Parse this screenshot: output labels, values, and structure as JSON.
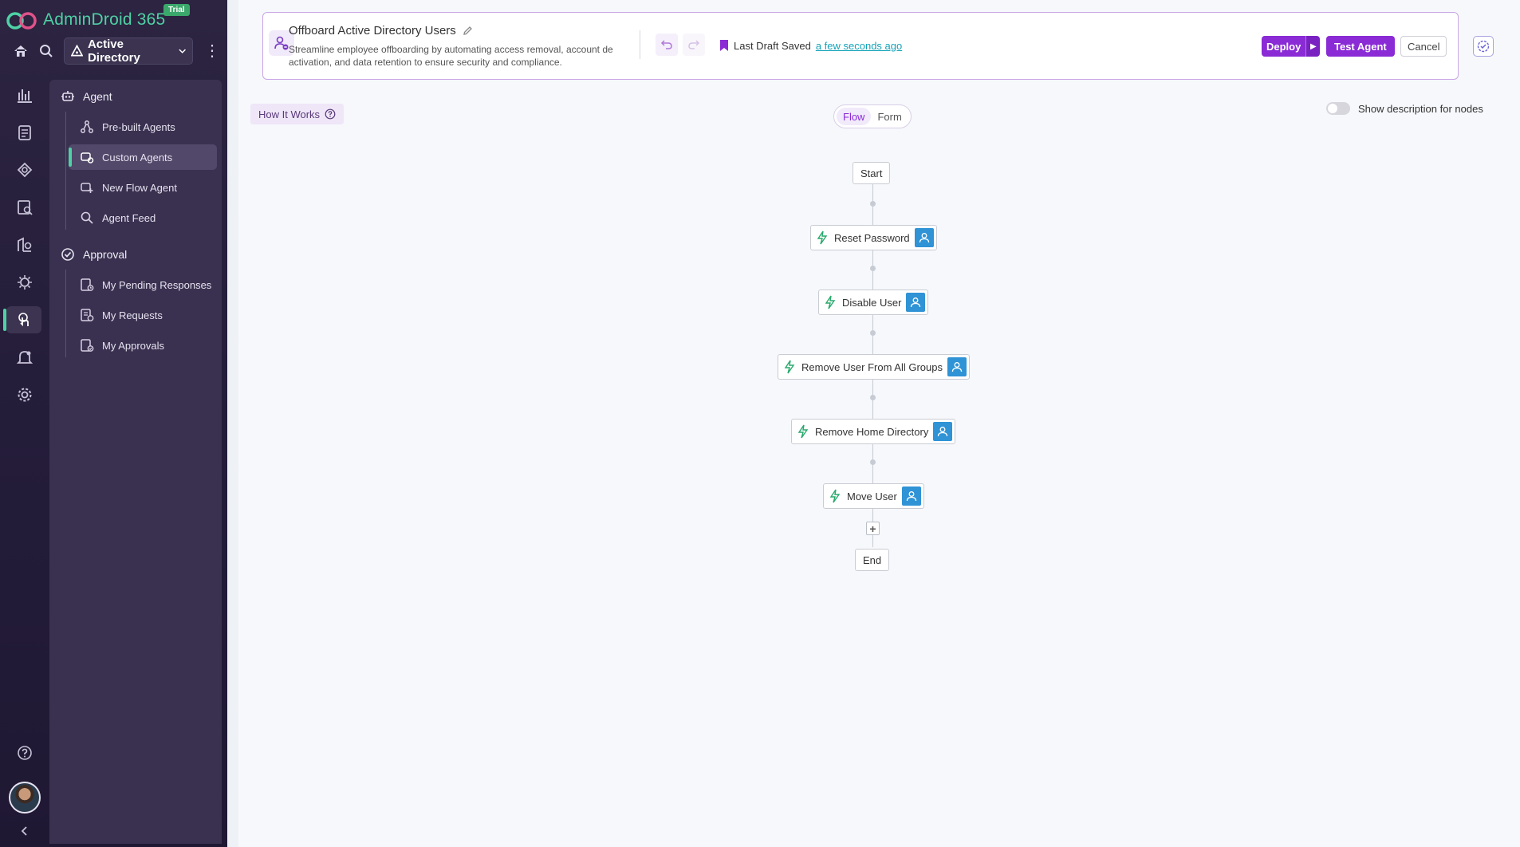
{
  "app": {
    "brand": "AdminDroid 365",
    "badge": "Trial",
    "workspace": "Active Directory"
  },
  "menu": {
    "agent_group": "Agent",
    "agent_items": [
      {
        "label": "Pre-built Agents",
        "icon": "prebuilt-agents-icon"
      },
      {
        "label": "Custom Agents",
        "icon": "custom-agents-icon",
        "active": true
      },
      {
        "label": "New Flow Agent",
        "icon": "new-flow-agent-icon"
      },
      {
        "label": "Agent Feed",
        "icon": "search-icon"
      }
    ],
    "approval_group": "Approval",
    "approval_items": [
      {
        "label": "My Pending Responses",
        "icon": "pending-responses-icon"
      },
      {
        "label": "My Requests",
        "icon": "requests-icon"
      },
      {
        "label": "My Approvals",
        "icon": "approvals-icon"
      }
    ]
  },
  "header": {
    "title": "Offboard Active Directory Users",
    "description": "Streamline employee offboarding by automating access removal, account de activation, and data retention to ensure security and compliance.",
    "draft_label": "Last Draft Saved",
    "draft_time": "a few seconds ago",
    "deploy_label": "Deploy",
    "test_label": "Test Agent",
    "cancel_label": "Cancel"
  },
  "toolbar": {
    "how_it_works": "How It Works",
    "view_options": [
      "Flow",
      "Form"
    ],
    "active_view": "Flow",
    "show_description_label": "Show description for nodes",
    "show_description_on": false
  },
  "flow": {
    "start": "Start",
    "end": "End",
    "nodes": [
      "Reset Password",
      "Disable User",
      "Remove User From All Groups",
      "Remove Home Directory",
      "Move User"
    ]
  },
  "colors": {
    "accent": "#8a2bd6",
    "brand_green": "#4fd1a5",
    "node_person": "#2f93d6",
    "bolt": "#27a96b"
  }
}
